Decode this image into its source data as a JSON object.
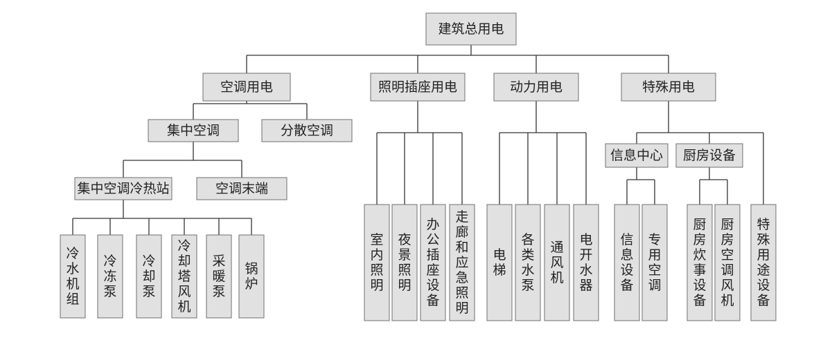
{
  "chart_data": {
    "type": "tree",
    "root": {
      "label": "建筑总用电",
      "children": [
        {
          "label": "空调用电",
          "children": [
            {
              "label": "集中空调",
              "children": [
                {
                  "label": "集中空调冷热站",
                  "children": [
                    {
                      "label": "冷水机组"
                    },
                    {
                      "label": "冷冻泵"
                    },
                    {
                      "label": "冷却泵"
                    },
                    {
                      "label": "冷却塔风机"
                    },
                    {
                      "label": "采暖泵"
                    },
                    {
                      "label": "锅炉"
                    }
                  ]
                },
                {
                  "label": "空调末端"
                }
              ]
            },
            {
              "label": "分散空调"
            }
          ]
        },
        {
          "label": "照明插座用电",
          "children": [
            {
              "label": "室内照明"
            },
            {
              "label": "夜景照明"
            },
            {
              "label": "办公插座设备"
            },
            {
              "label": "走廊和应急照明"
            }
          ]
        },
        {
          "label": "动力用电",
          "children": [
            {
              "label": "电梯"
            },
            {
              "label": "各类水泵"
            },
            {
              "label": "通风机"
            },
            {
              "label": "电开水器"
            }
          ]
        },
        {
          "label": "特殊用电",
          "children": [
            {
              "label": "信息中心",
              "children": [
                {
                  "label": "信息设备"
                },
                {
                  "label": "专用空调"
                }
              ]
            },
            {
              "label": "厨房设备",
              "children": [
                {
                  "label": "厨房炊事设备"
                },
                {
                  "label": "厨房空调风机"
                }
              ]
            },
            {
              "label": "特殊用途设备"
            }
          ]
        }
      ]
    }
  },
  "colors": {
    "box_fill": "#e1e1e1",
    "box_border": "#6f6f6f",
    "line": "#333333",
    "text": "#222222"
  }
}
